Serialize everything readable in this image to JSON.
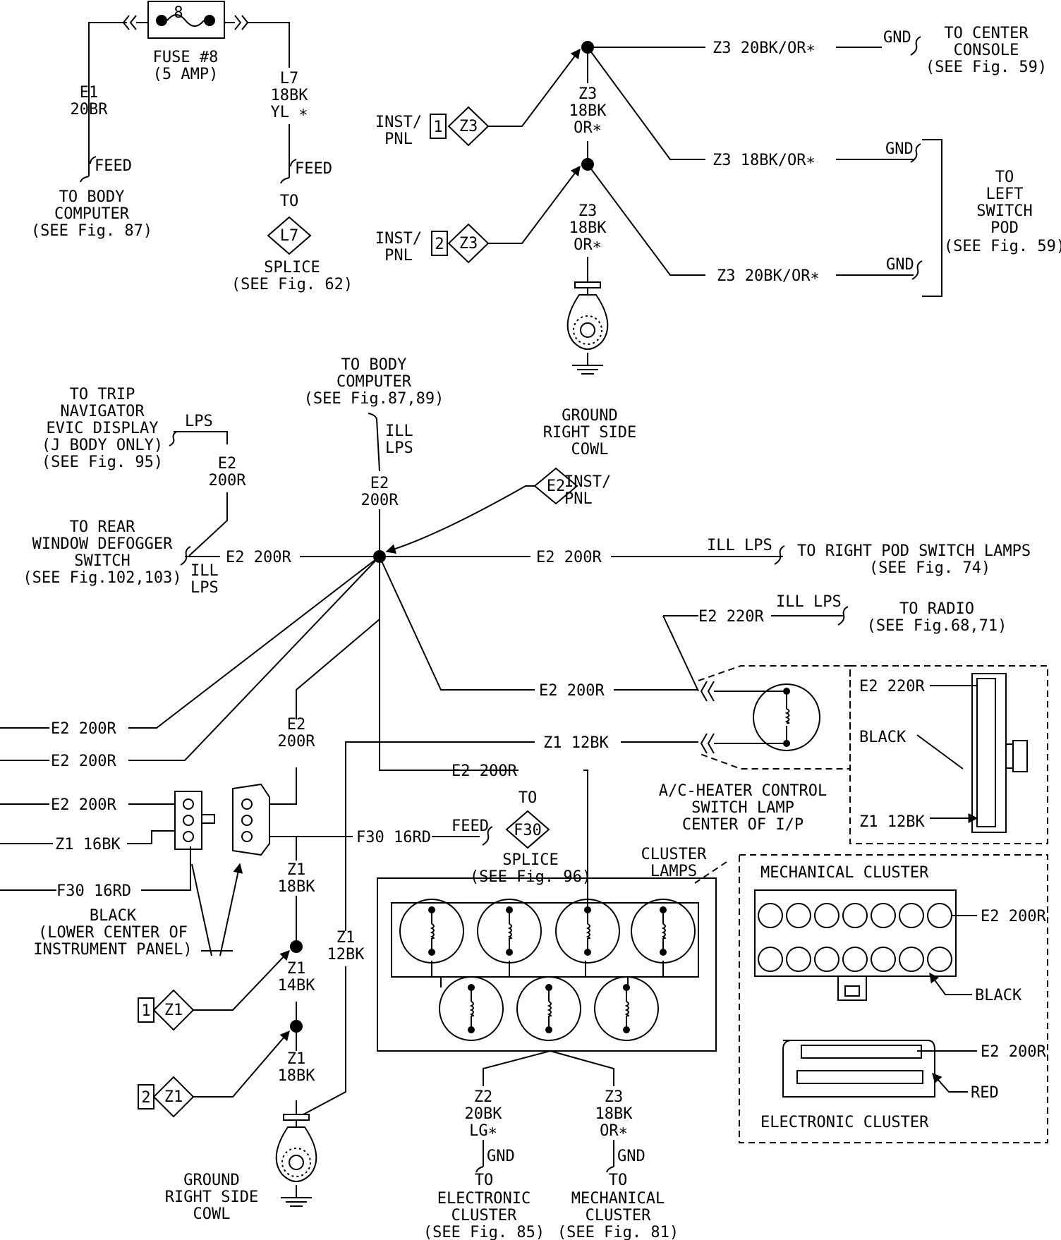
{
  "fuse": {
    "number": "8",
    "label": "FUSE #8",
    "rating": "(5 AMP)"
  },
  "left_top": {
    "e1": {
      "circuit": "E1",
      "gauge": "20BR"
    },
    "l7": {
      "circuit": "L7",
      "gauge": "18BK",
      "color": "YL ∗"
    },
    "feed1": "FEED",
    "feed2": "FEED",
    "body_computer": [
      "TO BODY",
      "COMPUTER",
      "(SEE Fig. 87)"
    ],
    "to": "TO",
    "splice_code": "L7",
    "splice": [
      "SPLICE",
      "(SEE Fig. 62)"
    ]
  },
  "right_top": {
    "inst_pnl": [
      "INST/",
      "PNL"
    ],
    "conn1": {
      "pin": "1",
      "code": "Z3"
    },
    "conn2": {
      "pin": "2",
      "code": "Z3"
    },
    "w1": [
      "Z3",
      "18BK",
      "OR∗"
    ],
    "w2": [
      "Z3",
      "18BK",
      "OR∗"
    ],
    "z3_top": "Z3 20BK/OR∗",
    "z3_mid": "Z3 18BK/OR∗",
    "z3_bot": "Z3 20BK/OR∗",
    "gnd": "GND",
    "center_console": [
      "TO CENTER",
      "CONSOLE",
      "(SEE Fig. 59)"
    ],
    "left_switch_pod": [
      "TO",
      "LEFT",
      "SWITCH",
      "POD",
      "(SEE Fig. 59)"
    ],
    "ground": [
      "GROUND",
      "RIGHT SIDE",
      "COWL"
    ]
  },
  "middle": {
    "body_computer2": [
      "TO BODY",
      "COMPUTER",
      "(SEE Fig.87,89)"
    ],
    "ill_lps": [
      "ILL",
      "LPS"
    ],
    "trip_nav": [
      "TO TRIP",
      "NAVIGATOR",
      "EVIC DISPLAY",
      "(J BODY ONLY)",
      "(SEE Fig. 95)"
    ],
    "lps": "LPS",
    "e2_200r_v": [
      "E2",
      "200R"
    ],
    "rear_defogger": [
      "TO REAR",
      "WINDOW DEFOGGER",
      "SWITCH",
      "(SEE  Fig.102,103)"
    ],
    "e2_200r": "E2 200R",
    "inst_code": "E2",
    "inst_pnl": [
      "INST/",
      "PNL"
    ],
    "ill_lps_h": "ILL LPS",
    "right_pod": "TO RIGHT POD SWITCH LAMPS",
    "right_pod_see": "(SEE Fig. 74)",
    "e2_220r": "E2 220R",
    "radio": [
      "TO RADIO",
      "(SEE  Fig.68,71)"
    ]
  },
  "ac_heater": {
    "e2_220r": "E2 220R",
    "black": "BLACK",
    "z1_12bk": "Z1 12BK",
    "wire_e2": "E2 200R",
    "wire_z1": "Z1 12BK",
    "caption": [
      "A/C-HEATER CONTROL",
      "SWITCH LAMP",
      "CENTER OF I/P"
    ]
  },
  "left_edge": [
    "E2 200R",
    "E2 200R",
    "E2 200R",
    "Z1 16BK",
    "F30 16RD"
  ],
  "lower_left": {
    "e2_200r_v": [
      "E2",
      "200R"
    ],
    "f30": "F30 16RD",
    "feed": "FEED",
    "to": "TO",
    "splice_code": "F30",
    "splice": [
      "SPLICE",
      "(SEE Fig. 96)"
    ],
    "black": [
      "BLACK",
      "(LOWER CENTER OF",
      "INSTRUMENT PANEL)"
    ],
    "z1_18bk": [
      "Z1",
      "18BK"
    ],
    "z1_12bk": [
      "Z1",
      "12BK"
    ],
    "z1_14bk": [
      "Z1",
      "14BK"
    ],
    "z1_18bk_b": [
      "Z1",
      "18BK"
    ],
    "conn1": {
      "pin": "1",
      "code": "Z1"
    },
    "conn2": {
      "pin": "2",
      "code": "Z1"
    },
    "ground": [
      "GROUND",
      "RIGHT SIDE",
      "COWL"
    ],
    "e2_200r_h": "E2 200R"
  },
  "cluster": {
    "label": [
      "CLUSTER",
      "LAMPS"
    ],
    "z2": [
      "Z2",
      "20BK",
      "LG∗"
    ],
    "z3": [
      "Z3",
      "18BK",
      "OR∗"
    ],
    "gnd": "GND",
    "to": "TO",
    "electronic": [
      "ELECTRONIC",
      "CLUSTER",
      "(SEE Fig. 85)"
    ],
    "mechanical": [
      "MECHANICAL",
      "CLUSTER",
      "(SEE Fig. 81)"
    ]
  },
  "clusters_box": {
    "mech_title": "MECHANICAL CLUSTER",
    "mech_e2": "E2 200R",
    "mech_black": "BLACK",
    "elec_e2": "E2 200R",
    "elec_red": "RED",
    "elec_title": "ELECTRONIC CLUSTER"
  }
}
